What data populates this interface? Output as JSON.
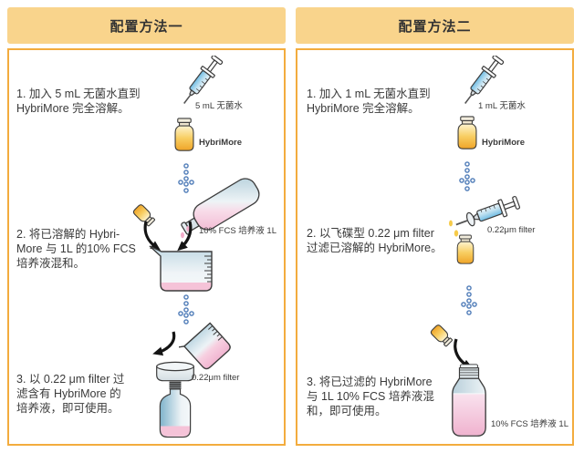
{
  "panels": [
    {
      "title": "配置方法一",
      "steps": [
        "1. 加入 5 mL 无菌水直到\nHybriMore 完全溶解。",
        "2. 将已溶解的 Hybri-\nMore 与 1L 的10% FCS\n培养液混和。",
        "3. 以 0.22 μm filter 过\n滤含有 HybriMore 的\n培养液，即可使用。"
      ],
      "labels": {
        "syringe": "5 mL 无菌水",
        "vial": "HybriMore",
        "fcs_bottle": "10% FCS 培养液 1L",
        "filter": "0.22μm filter"
      }
    },
    {
      "title": "配置方法二",
      "steps": [
        "1. 加入 1 mL 无菌水直到\nHybriMore 完全溶解。",
        "2. 以飞碟型 0.22 μm filter\n过滤已溶解的 HybriMore。",
        "3. 将已过滤的 HybriMore\n与 1L 10% FCS 培养液混\n和，即可使用。"
      ],
      "labels": {
        "syringe": "1 mL 无菌水",
        "vial": "HybriMore",
        "filter": "0.22μm filter",
        "fcs_bottle": "10% FCS 培养液 1L"
      }
    }
  ],
  "colors": {
    "header_bg": "#F9D48C",
    "panel_border": "#F3AC3E",
    "text": "#3A3A3A",
    "dotted_arrow_blue": "#4F7CB8",
    "liquid_pink": "#F3BCD5",
    "liquid_blue": "#7FC4E8",
    "vial_amber": "#F1A92F"
  }
}
